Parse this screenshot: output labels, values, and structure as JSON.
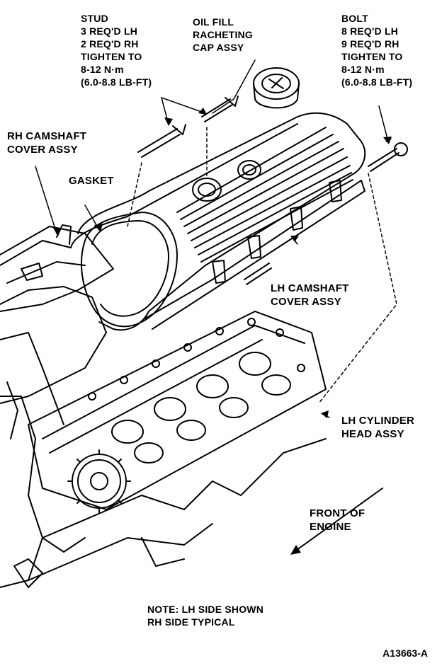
{
  "labels": {
    "stud": [
      "STUD",
      "3 REQ'D LH",
      "2 REQ'D RH",
      "TIGHTEN TO",
      "8-12 N·m",
      "(6.0-8.8 LB-FT)"
    ],
    "oil_fill": [
      "OIL FILL",
      "RACHETING",
      "CAP ASSY"
    ],
    "bolt": [
      "BOLT",
      "8 REQ'D LH",
      "9 REQ'D RH",
      "TIGHTEN TO",
      "8-12 N·m",
      "(6.0-8.8 LB-FT)"
    ],
    "rh_camshaft": [
      "RH CAMSHAFT",
      "COVER ASSY"
    ],
    "gasket": "GASKET",
    "lh_camshaft": [
      "LH CAMSHAFT",
      "COVER ASSY"
    ],
    "lh_cylinder": [
      "LH CYLINDER",
      "HEAD ASSY"
    ],
    "front": [
      "FRONT OF",
      "ENGINE"
    ],
    "note": [
      "NOTE: LH SIDE SHOWN",
      "RH SIDE TYPICAL"
    ],
    "figure_id": "A13663-A"
  }
}
